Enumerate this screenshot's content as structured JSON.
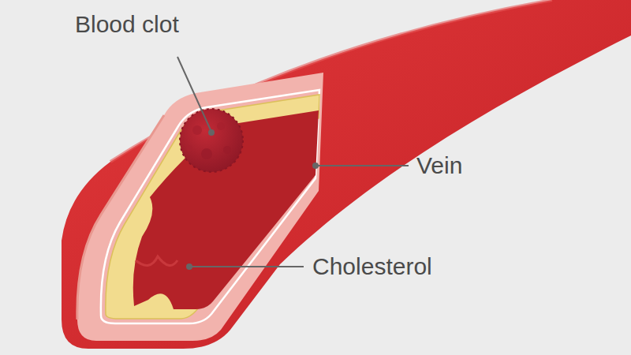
{
  "diagram": {
    "labels": [
      "Blood clot",
      "Vein",
      "Cholesterol"
    ]
  }
}
